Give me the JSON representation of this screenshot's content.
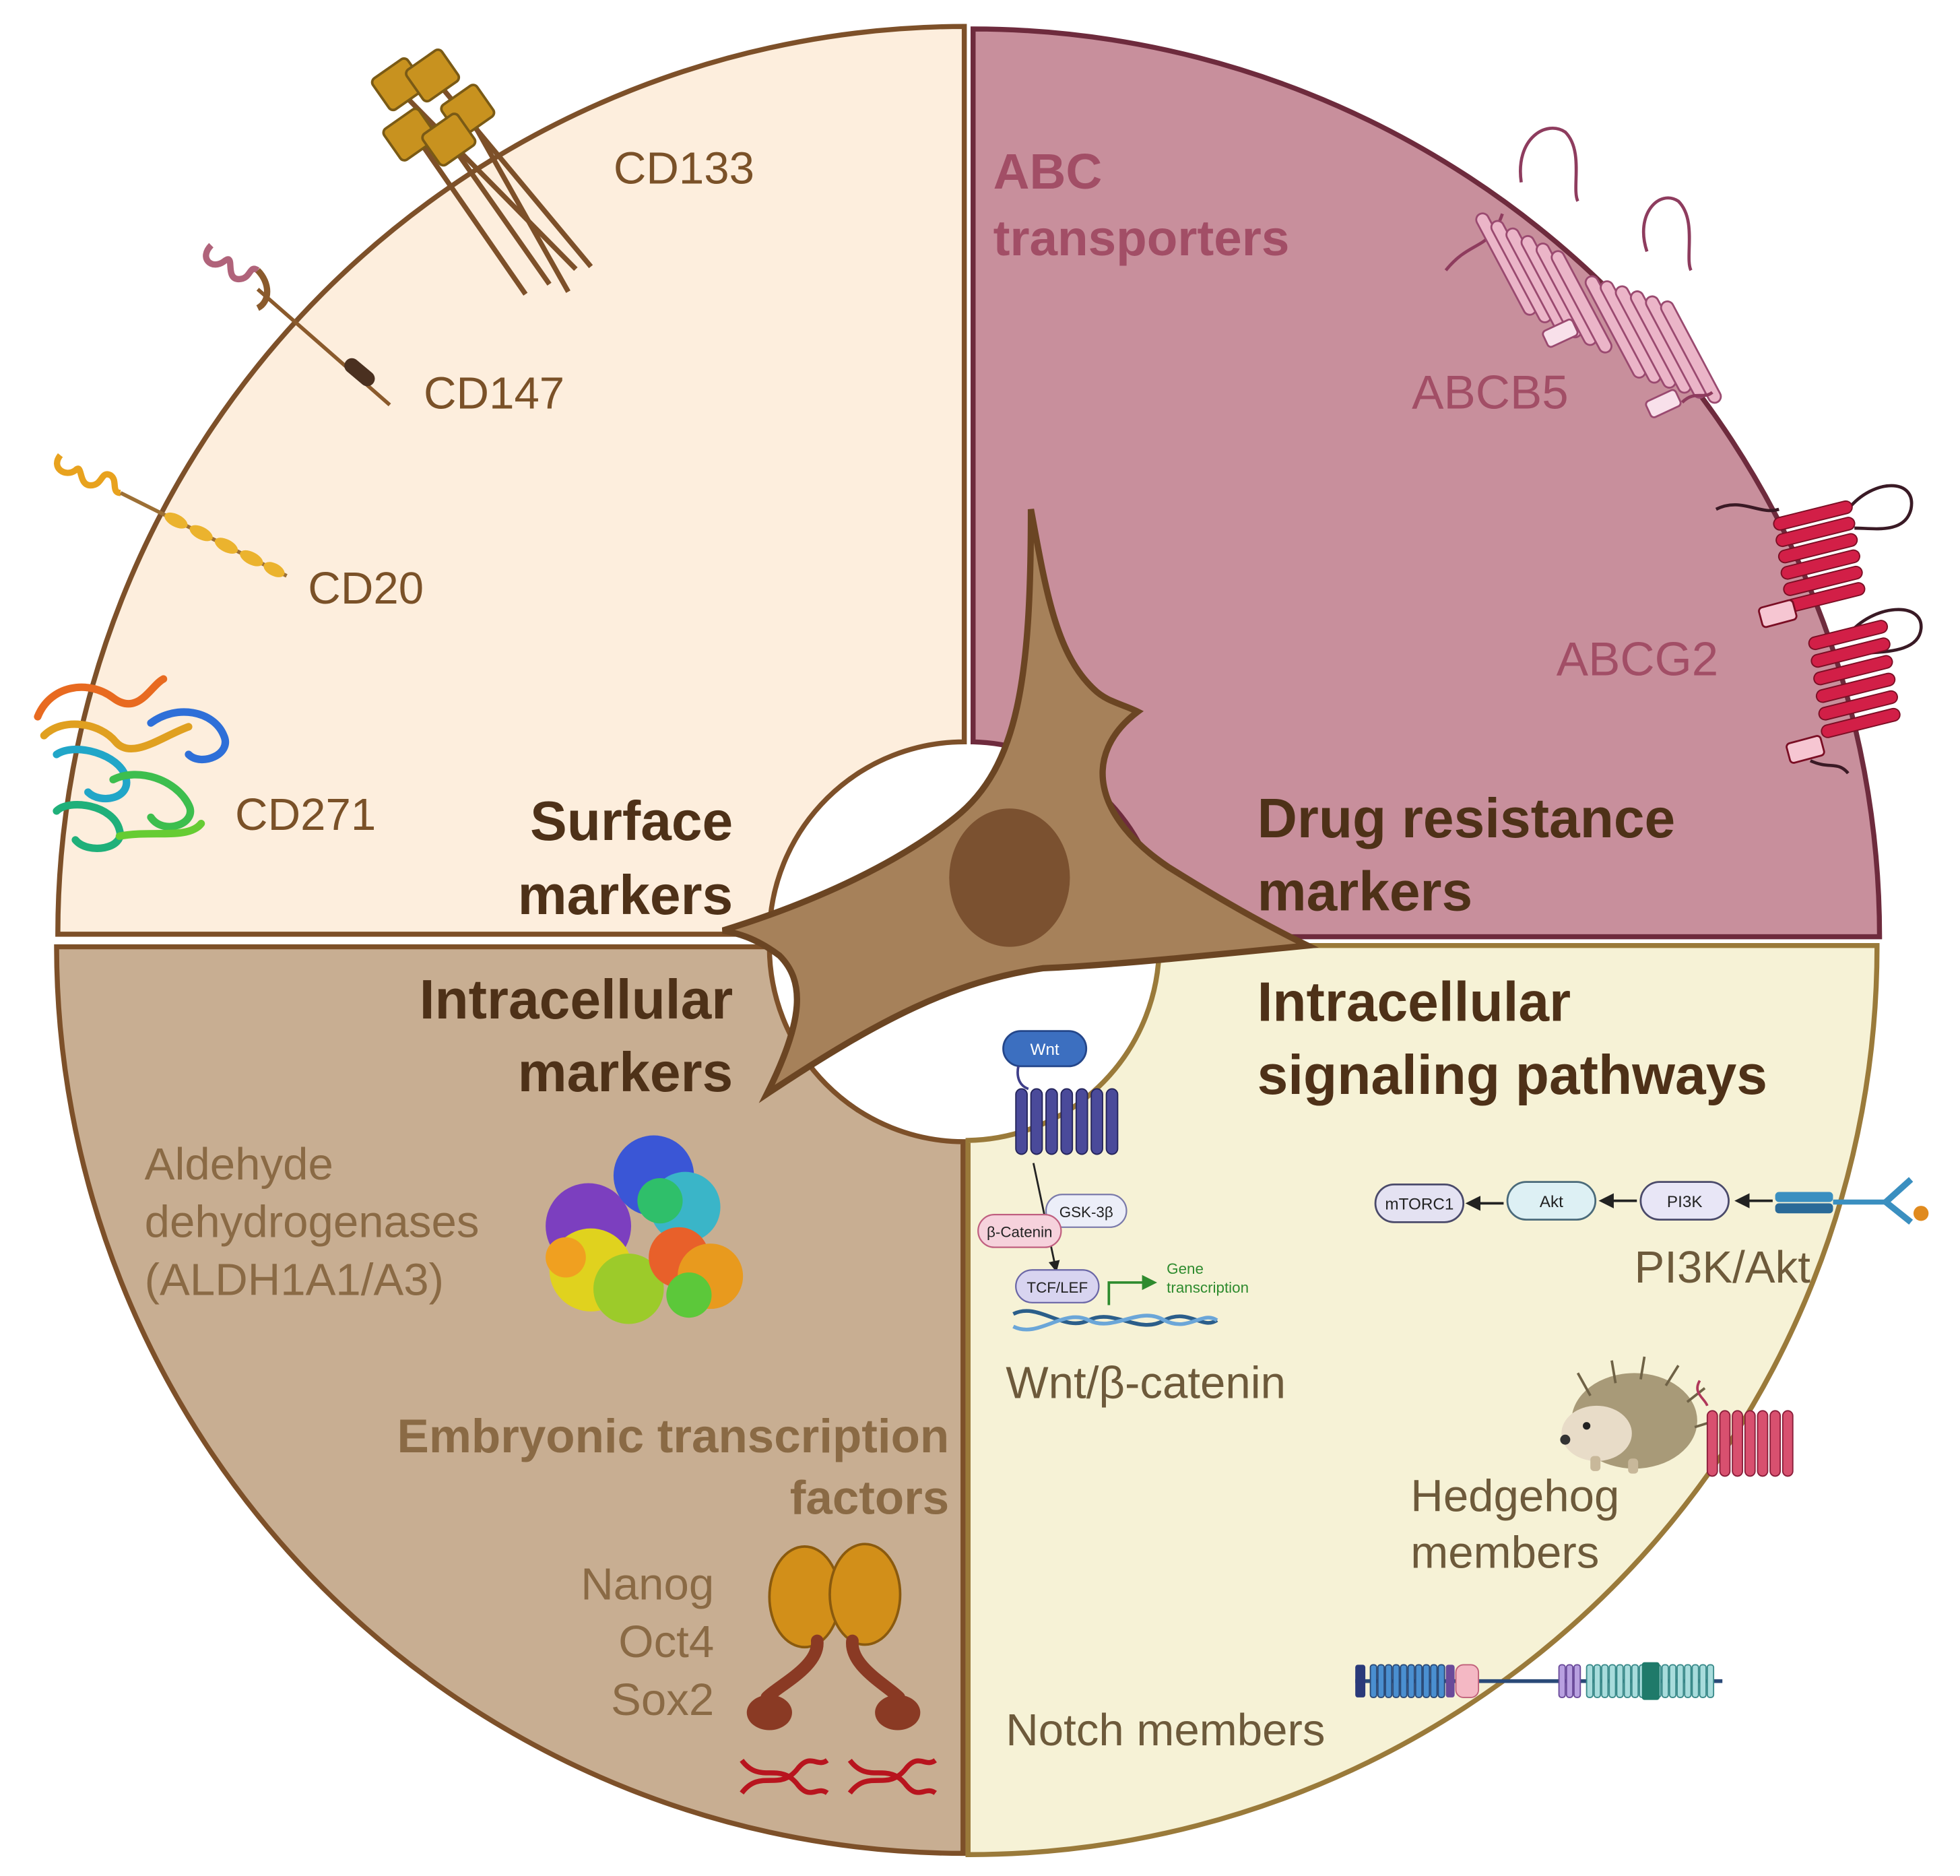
{
  "colors": {
    "surface_fill": "#FDEEDD",
    "surface_stroke": "#7D5029",
    "surface_label": "#7A5128",
    "drug_fill": "#C88F9C",
    "drug_stroke": "#6E2B3D",
    "drug_label": "#A24E66",
    "intra_fill": "#C8AE92",
    "intra_stroke": "#7D5029",
    "intra_label": "#8A6A45",
    "signal_fill": "#F6F2D6",
    "signal_stroke": "#9A7A3A",
    "signal_label": "#6D5A3B",
    "heading_dark": "#4E3118",
    "cell_fill": "#A6815A",
    "cell_stroke": "#6B4523",
    "nucleus_fill": "#7B5130",
    "abcb5_color": "#EBB5C8",
    "abcg2_color": "#D21F47",
    "wnt_receptor_color": "#3E3E8A",
    "wnt_ligand_color": "#3C6FC0",
    "hedgehog_receptor_color": "#D8506F",
    "tf_protein_color": "#D28F19",
    "dna_red": "#B8141E"
  },
  "quadrants": {
    "surface": {
      "heading_line1": "Surface",
      "heading_line2": "markers",
      "items": [
        "CD133",
        "CD147",
        "CD20",
        "CD271"
      ]
    },
    "drug": {
      "subheading_line1": "ABC",
      "subheading_line2": "transporters",
      "heading_line1": "Drug resistance",
      "heading_line2": "markers",
      "items": [
        "ABCB5",
        "ABCG2"
      ]
    },
    "intracellular": {
      "heading_line1": "Intracellular",
      "heading_line2": "markers",
      "aldh_line1": "Aldehyde",
      "aldh_line2": "dehydrogenases",
      "aldh_line3": "(ALDH1A1/A3)",
      "etf_line1": "Embryonic transcription",
      "etf_line2": "factors",
      "tf_items": [
        "Nanog",
        "Oct4",
        "Sox2"
      ]
    },
    "signaling": {
      "heading_line1": "Intracellular",
      "heading_line2": "signaling pathways",
      "wnt_label": "Wnt/β-catenin",
      "wnt_diagram": {
        "wnt": "Wnt",
        "gsk": "GSK-3β",
        "bcatenin": "β-Catenin",
        "tcf": "TCF/LEF",
        "gene_line1": "Gene",
        "gene_line2": "transcription"
      },
      "pi3k_label": "PI3K/Akt",
      "pi3k_diagram": {
        "mtorc1": "mTORC1",
        "akt": "Akt",
        "pi3k": "PI3K"
      },
      "hedgehog_line1": "Hedgehog",
      "hedgehog_line2": "members",
      "notch_label": "Notch members"
    }
  }
}
